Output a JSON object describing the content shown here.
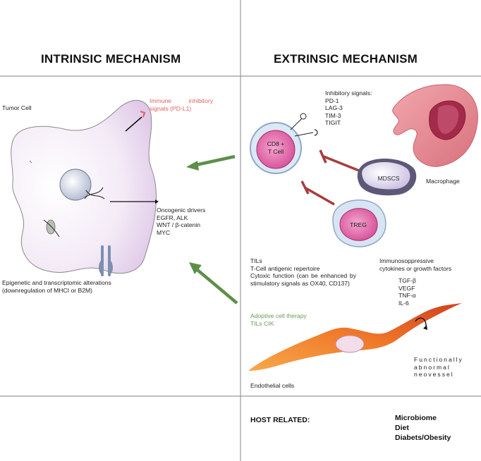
{
  "headers": {
    "intrinsic": "INTRINSIC MECHANISM",
    "extrinsic": "EXTRINSIC MECHANISM"
  },
  "intrinsic": {
    "tumor_cell": "Tumor Cell",
    "immune_inhibitory": "Immune inhibitory signals (PD-L1)",
    "oncogenic": [
      "Oncogenic drivers",
      "EGFR, ALK",
      "WNT / β-catenin",
      "MYC"
    ],
    "epigenetic": [
      "Epigenetic and transcriptomic alterations",
      "(downregulation of MHCI or B2M)"
    ]
  },
  "extrinsic": {
    "inhibitory_signals": [
      "Inhibitory signals:",
      "PD-1",
      "LAG-3",
      "TIM-3",
      "TIGIT"
    ],
    "cd8": [
      "CD8 +",
      "T Cell"
    ],
    "mdscs": "MDSCS",
    "treg": "TREG",
    "macrophage": "Macrophage",
    "tils": [
      "TILs",
      "T-Cell antigenic repertoire",
      "Cytoxic function (can be enhanced by stimulatory signals as OX40, CD137)"
    ],
    "immunosuppressive": [
      "Immunosoppressive",
      "cytokines or growth factors"
    ],
    "cytokines": [
      "TGF-β",
      "VEGF",
      "TNF-α",
      "IL-6"
    ],
    "adoptive": [
      "Adoptive cell therapy",
      "TILs CIK"
    ],
    "endothelial": "Endothelial cells",
    "neovessel": [
      "Functionally",
      "abnormal",
      "neovessel"
    ]
  },
  "host": {
    "label": "HOST RELATED:",
    "items": [
      "Microbiome",
      "Diet",
      "Diabets/Obesity"
    ]
  },
  "colors": {
    "grid": "#999999",
    "arrow_green": "#5e8f4a",
    "inhibit_red": "#a83c3c",
    "text_red": "#e06060"
  }
}
